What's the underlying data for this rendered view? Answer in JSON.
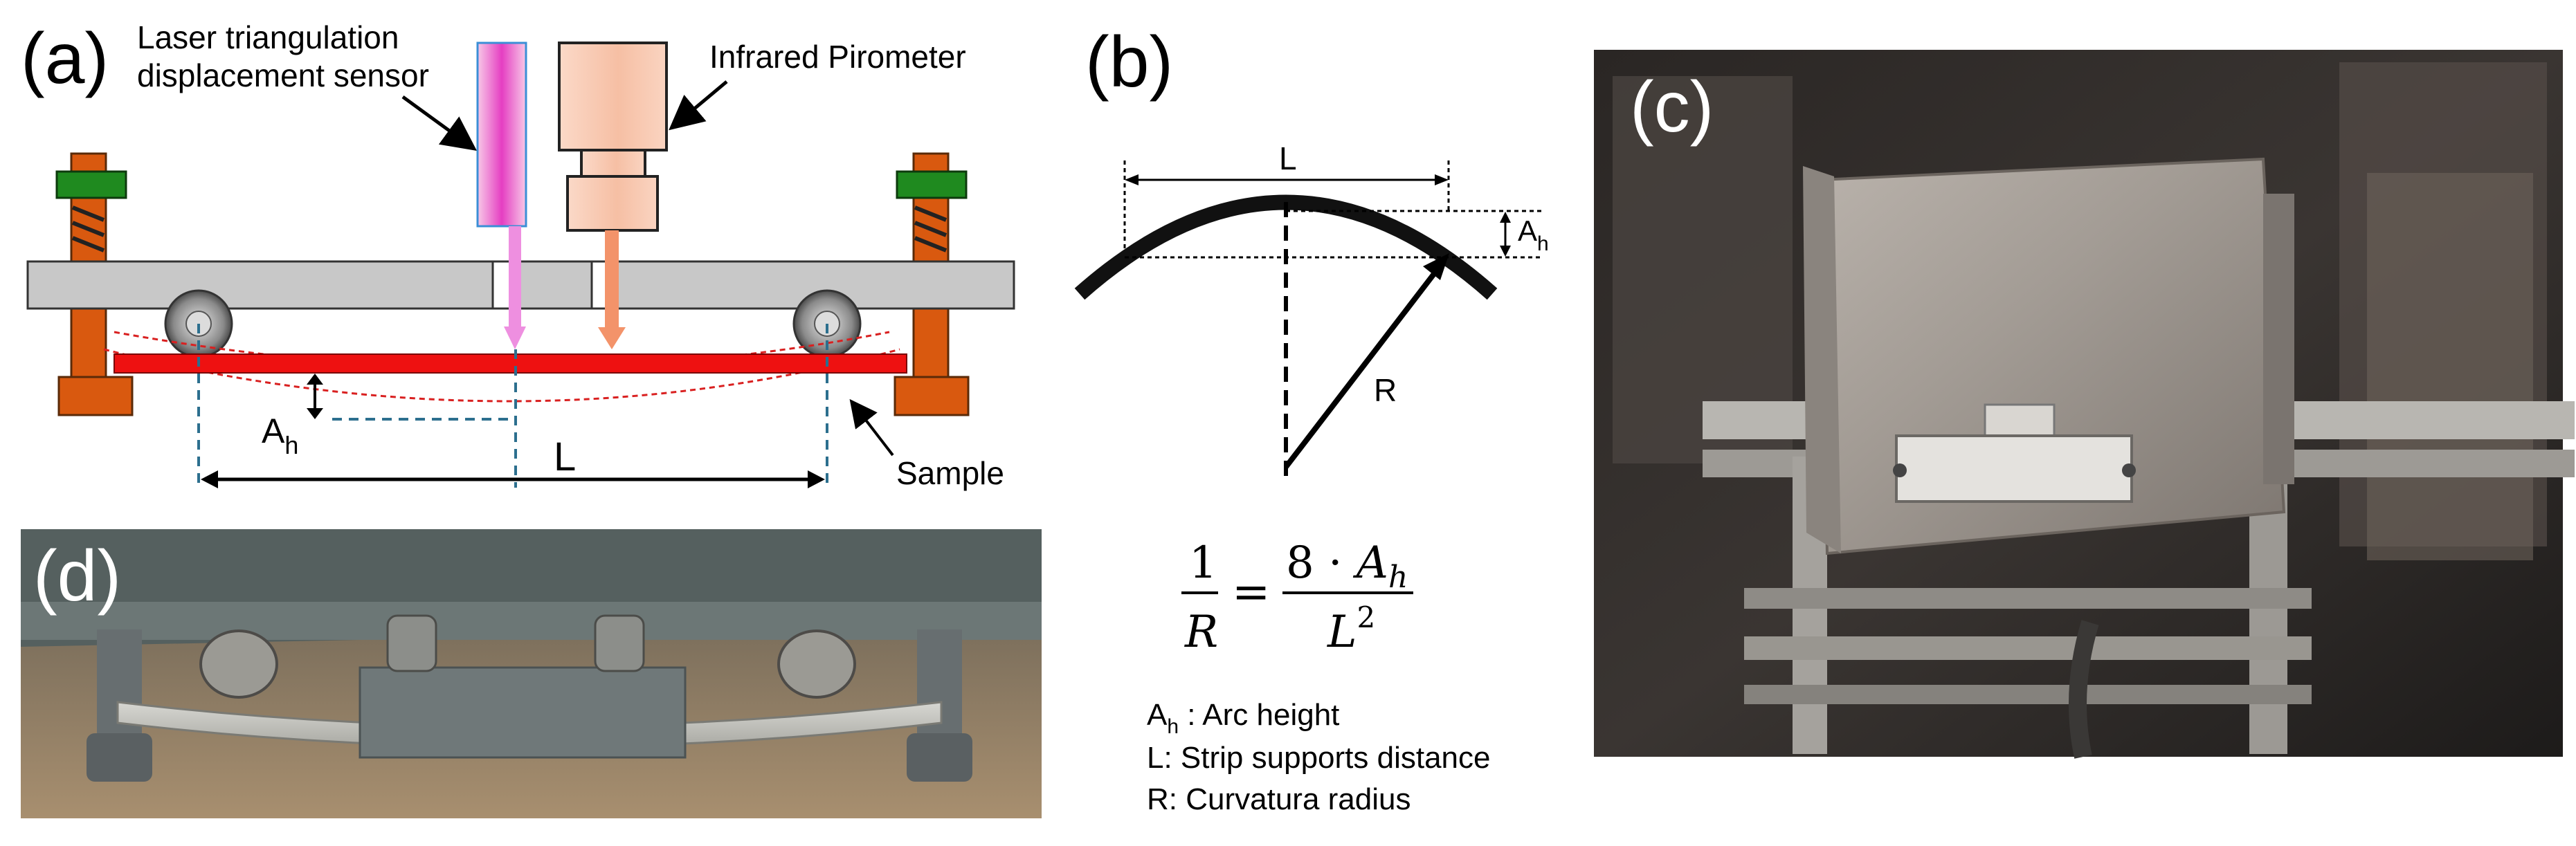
{
  "panels": {
    "a": {
      "letter": "(a)",
      "sensor_label_line1": "Laser triangulation",
      "sensor_label_line2": "displacement sensor",
      "pyrometer_label": "Infrared Pirometer",
      "arc_height_label": "A",
      "arc_height_sub": "h",
      "length_label": "L",
      "sample_label": "Sample"
    },
    "b": {
      "letter": "(b)",
      "length_label": "L",
      "arc_height_label": "A",
      "arc_height_sub": "h",
      "radius_label": "R",
      "formula": {
        "lhs_num": "1",
        "lhs_den": "R",
        "equals": "=",
        "rhs_num_prefix": "8 · ",
        "rhs_num_var": "A",
        "rhs_num_sub": "h",
        "rhs_den_var": "L",
        "rhs_den_exp": "2"
      },
      "legend": [
        {
          "sym": "A",
          "sub": "h",
          "text": " : Arc height"
        },
        {
          "sym": "L",
          "sub": "",
          "text": ": Strip supports distance"
        },
        {
          "sym": "R",
          "sub": "",
          "text": ": Curvatura radius"
        }
      ]
    },
    "c": {
      "letter": "(c)"
    },
    "d": {
      "letter": "(d)"
    }
  },
  "colors": {
    "plate": "#c8c8c8",
    "sample": "#ee1111",
    "support": "#d9590f",
    "nut": "#1f8a1f",
    "laser_body": "#f7c0e3",
    "laser_core": "#e64bc4",
    "laser_outline": "#3b8fd6",
    "pyrometer_body": "#f8c9b2",
    "pyrometer_beam": "#f3936a",
    "dashed_blue": "#2c6f8e",
    "dashed_red": "#d92020"
  }
}
